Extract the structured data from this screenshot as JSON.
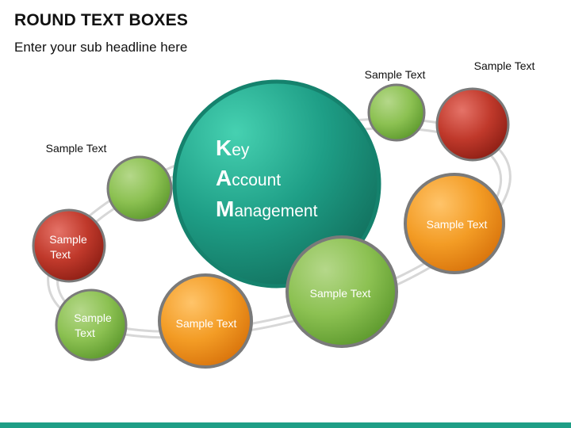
{
  "header": {
    "title": "ROUND TEXT BOXES",
    "subtitle": "Enter your sub headline here"
  },
  "center": {
    "lines": [
      {
        "initial": "K",
        "rest": "ey"
      },
      {
        "initial": "A",
        "rest": "ccount"
      },
      {
        "initial": "M",
        "rest": "anagement"
      }
    ]
  },
  "circles": {
    "green_top": {
      "label": "Sample Text"
    },
    "red_top": {
      "label": "Sample Text"
    },
    "green_left": {
      "label": "Sample Text"
    },
    "red_left": {
      "label_line1": "Sample",
      "label_line2": "Text"
    },
    "green_bottom_left": {
      "label_line1": "Sample",
      "label_line2": "Text"
    },
    "orange_bottom": {
      "label": "Sample Text"
    },
    "green_large": {
      "label": "Sample Text"
    },
    "orange_right": {
      "label": "Sample Text"
    }
  },
  "colors": {
    "teal": "#1e9e86",
    "green": "#7fb646",
    "red": "#c0392b",
    "orange": "#f2901c",
    "ring": "#777777"
  }
}
